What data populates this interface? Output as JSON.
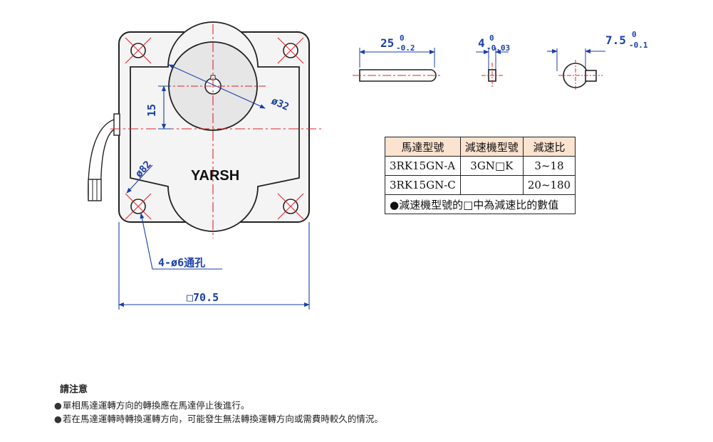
{
  "drawing": {
    "brand": "YARSH",
    "dim_height": "15",
    "dim_diameter_large": "ø32",
    "dim_diameter_small": "ø82",
    "dim_holes": "4-ø6通孔",
    "dim_width": "□70.5",
    "shaft_a_nominal": "25",
    "shaft_a_upper": "0",
    "shaft_a_lower": "-0.2",
    "shaft_b_nominal": "4",
    "shaft_b_upper": "0",
    "shaft_b_lower": "-0.03",
    "shaft_c_nominal": "7.5",
    "shaft_c_upper": "0",
    "shaft_c_lower": "-0.1"
  },
  "table": {
    "headers": [
      "馬達型號",
      "減速機型號",
      "減速比"
    ],
    "rows": [
      [
        "3RK15GN-A",
        "3GN□K",
        "3~18"
      ],
      [
        "3RK15GN-C",
        "",
        "20~180"
      ]
    ],
    "note": "●減速機型號的□中為減速比的數值"
  },
  "notes": {
    "title": "請注意",
    "bullet": "●",
    "items": [
      "單相馬達運轉方向的轉換應在馬達停止後進行。",
      "若在馬達運轉時轉換運轉方向，可能發生無法轉換運轉方向或需費時較久的情況。"
    ]
  },
  "colors": {
    "dimension": "#1a3fa8",
    "centerline": "#e0242a",
    "header_bg": "#fbe3cf",
    "body_fill": "#f4f4f4"
  }
}
